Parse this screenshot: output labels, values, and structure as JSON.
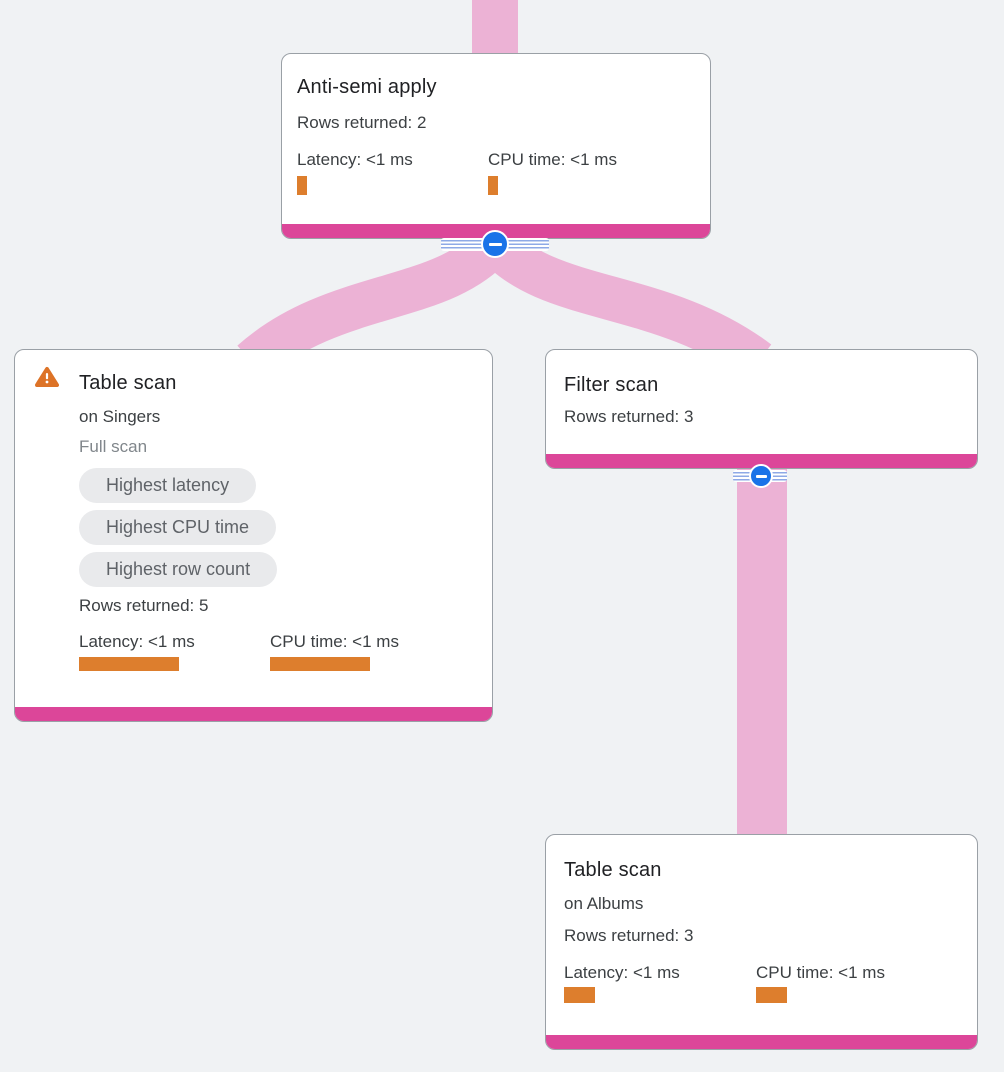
{
  "canvas": {
    "background_color": "#f0f2f4",
    "description": "Query execution plan graph"
  },
  "colors": {
    "node_accent_bar": "#dc4699",
    "edge_flow": "#ecb2d5",
    "metric_bar": "#dd7e2d",
    "warning_icon": "#dd7327",
    "collapse_button": "#1a73e8",
    "chip_background": "#e9eaec",
    "chip_text": "#5f6368",
    "node_border": "#9aa0a6",
    "title_text": "#202124",
    "body_text": "#3c4043",
    "muted_text": "#80868b"
  },
  "nodes": [
    {
      "title": "Anti-semi apply",
      "rows_returned": "Rows returned: 2",
      "metrics": {
        "latency": {
          "label": "Latency: <1 ms"
        },
        "cpu": {
          "label": "CPU time: <1 ms"
        }
      }
    },
    {
      "title": "Table scan",
      "subtitle": "on Singers",
      "scan_type": "Full scan",
      "has_warning": true,
      "badges": [
        "Highest latency",
        "Highest CPU time",
        "Highest row count"
      ],
      "rows_returned": "Rows returned: 5",
      "metrics": {
        "latency": {
          "label": "Latency: <1 ms"
        },
        "cpu": {
          "label": "CPU time: <1 ms"
        }
      }
    },
    {
      "title": "Filter scan",
      "rows_returned": "Rows returned: 3"
    },
    {
      "title": "Table scan",
      "subtitle": "on Albums",
      "rows_returned": "Rows returned: 3",
      "metrics": {
        "latency": {
          "label": "Latency: <1 ms"
        },
        "cpu": {
          "label": "CPU time: <1 ms"
        }
      }
    }
  ],
  "collapse_controls": [
    {
      "glyph": "minus",
      "state": "expanded"
    },
    {
      "glyph": "minus",
      "state": "expanded"
    }
  ]
}
